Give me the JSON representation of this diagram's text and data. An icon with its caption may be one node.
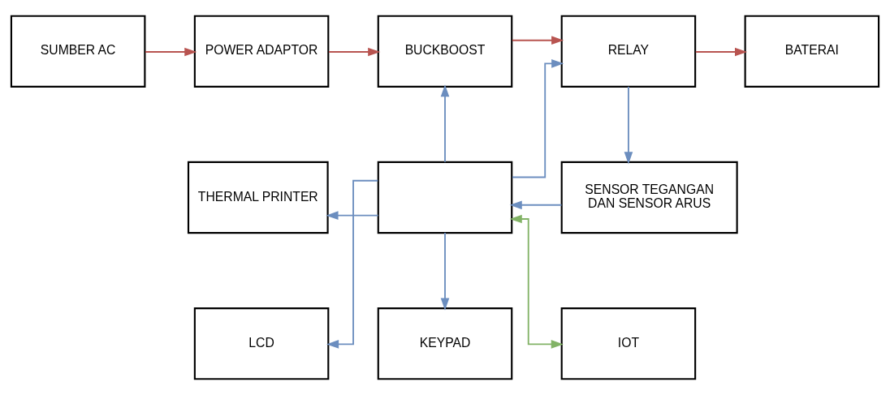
{
  "diagram": {
    "nodes": [
      {
        "text": [
          "SUMBER AC"
        ]
      },
      {
        "text": [
          "POWER ADAPTOR"
        ]
      },
      {
        "text": [
          "BUCKBOOST"
        ]
      },
      {
        "text": [
          "RELAY"
        ]
      },
      {
        "text": [
          "BATERAI"
        ]
      },
      {
        "text": [
          "THERMAL PRINTER"
        ]
      },
      {
        "text": [],
        "shape": "box"
      },
      {
        "text": [
          "SENSOR TEGANGAN DAN SENSOR ARUS"
        ]
      },
      {
        "text": [
          "LCD"
        ]
      },
      {
        "text": [
          "KEYPAD"
        ]
      },
      {
        "text": [
          "IOT"
        ]
      }
    ],
    "edges": [
      {
        "from": 0,
        "to": 1,
        "arrow": "to",
        "color": "#b85450"
      },
      {
        "from": 1,
        "to": 2,
        "arrow": "to",
        "color": "#b85450"
      },
      {
        "from": 2,
        "to": 3,
        "arrow": "to",
        "color": "#b85450"
      },
      {
        "from": 3,
        "to": 4,
        "arrow": "to",
        "color": "#b85450"
      },
      {
        "from": 3,
        "to": 7,
        "arrow": "to"
      },
      {
        "from": 6,
        "to": 2,
        "arrow": "to"
      },
      {
        "from": 6,
        "to": 3,
        "arrow": "to"
      },
      {
        "from": 7,
        "to": 6,
        "arrow": "to"
      },
      {
        "from": 6,
        "to": 5,
        "arrow": "to"
      },
      {
        "from": 6,
        "to": 8,
        "arrow": "to"
      },
      {
        "from": 6,
        "to": 9,
        "arrow": "to"
      },
      {
        "from": 6,
        "to": 10,
        "arrow": "both",
        "color": "#82b366"
      }
    ]
  }
}
